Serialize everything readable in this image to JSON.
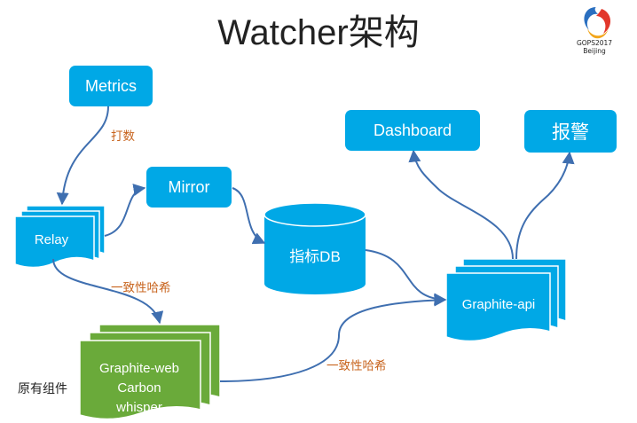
{
  "title": "Watcher架构",
  "logo": {
    "line1": "GOPS2017",
    "line2": "Beijing"
  },
  "nodes": {
    "metrics": "Metrics",
    "relay": "Relay",
    "mirror": "Mirror",
    "metric_db": "指标DB",
    "dashboard": "Dashboard",
    "alarm": "报警",
    "graphite_api": "Graphite-api",
    "legacy": {
      "line1": "Graphite-web",
      "line2": "Carbon",
      "line3": "whisper"
    }
  },
  "edge_labels": {
    "metrics_to_relay": "打数",
    "relay_to_legacy": "一致性哈希",
    "legacy_to_api": "一致性哈希"
  },
  "legacy_caption": "原有组件",
  "colors": {
    "blue": "#00a8e6",
    "green": "#6aaa3a",
    "arrow": "#3f6fb0",
    "label": "#c8641e"
  }
}
